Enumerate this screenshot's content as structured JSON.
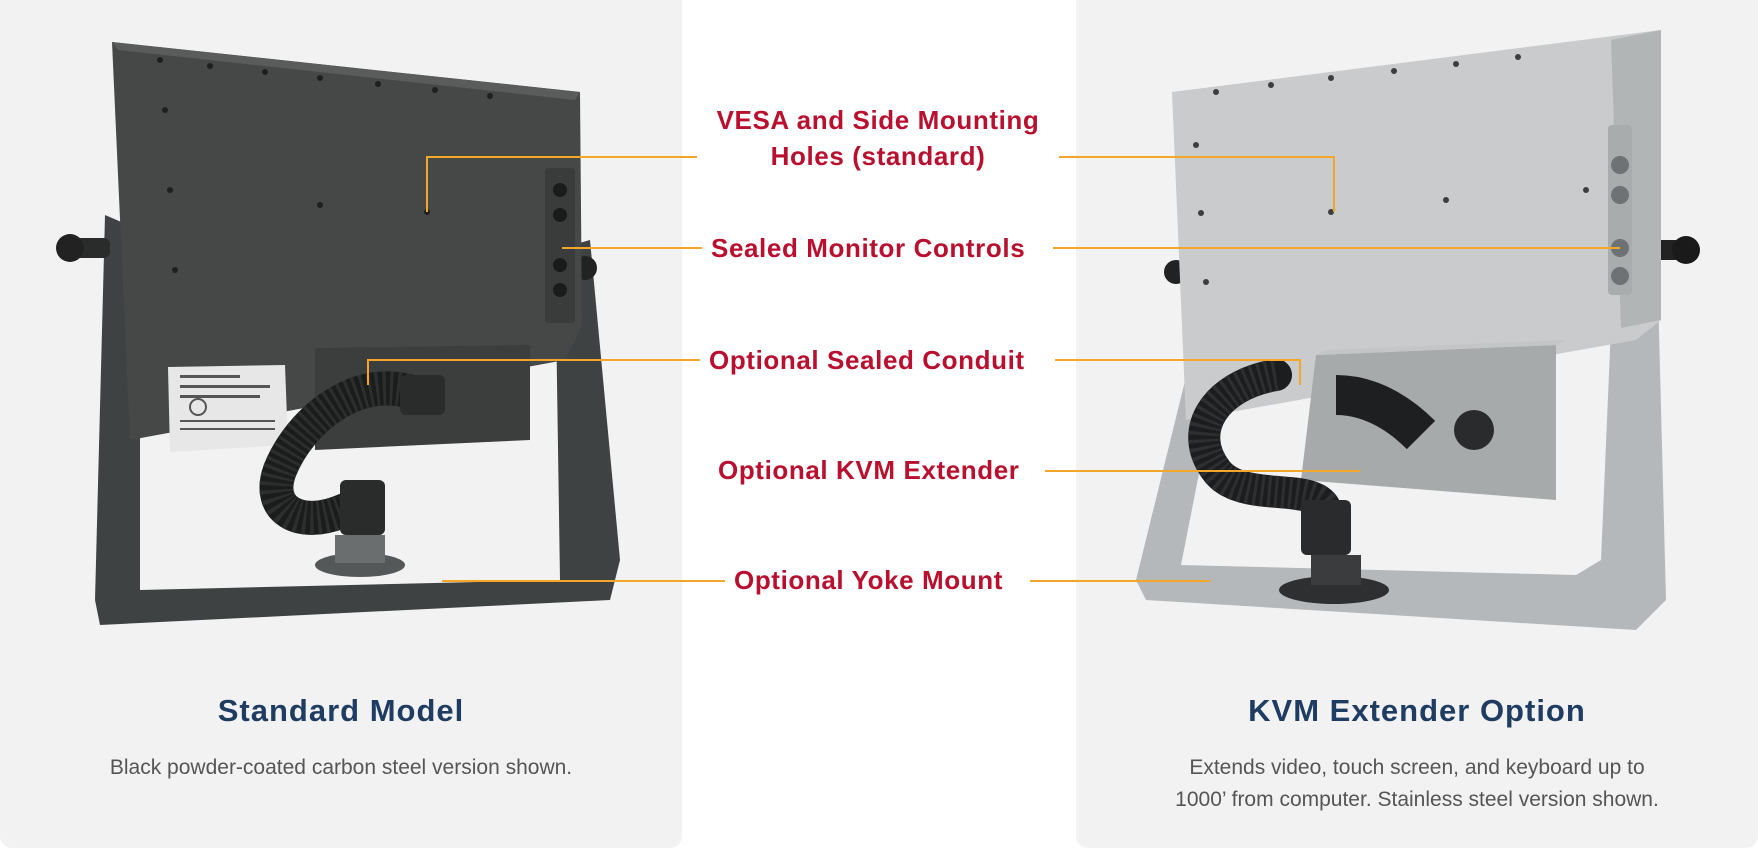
{
  "callouts": {
    "vesa_line1": "VESA and Side Mounting",
    "vesa_line2": "Holes (standard)",
    "controls": "Sealed Monitor Controls",
    "conduit": "Optional Sealed Conduit",
    "kvm": "Optional KVM Extender",
    "yoke": "Optional Yoke Mount"
  },
  "left_card": {
    "title": "Standard Model",
    "description": "Black powder-coated carbon steel version shown."
  },
  "right_card": {
    "title": "KVM Extender Option",
    "description_line1": "Extends video, touch screen, and keyboard up to",
    "description_line2": "1000’ from computer. Stainless steel version shown."
  },
  "colors": {
    "title": "#1f3c63",
    "callout_text": "#b8102e",
    "callout_line": "#f2a72b",
    "card_bg": "#f2f2f2"
  }
}
